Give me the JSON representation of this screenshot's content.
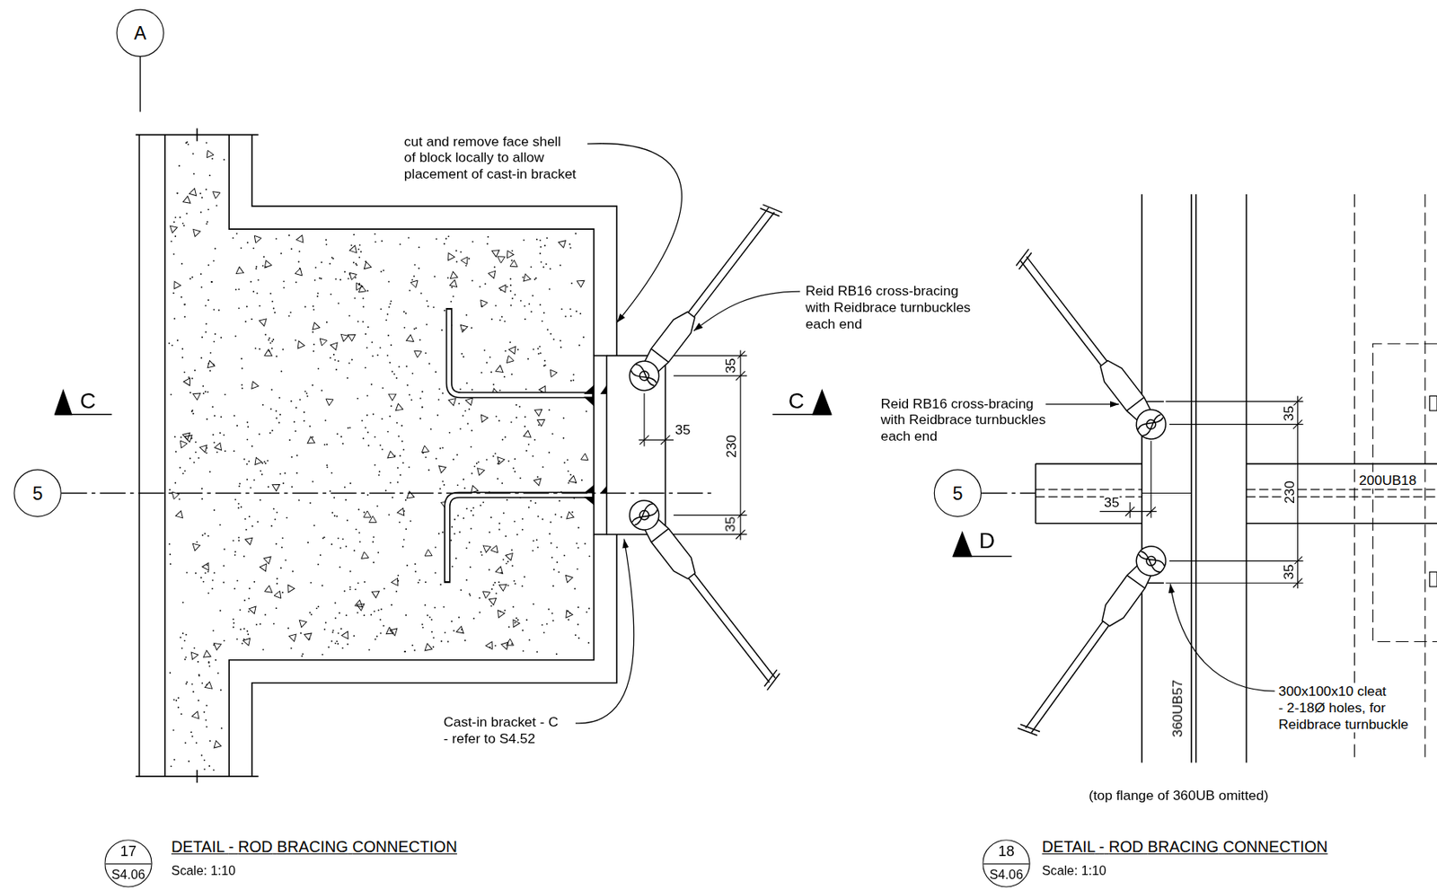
{
  "diagram": {
    "nodes": [
      {
        "text": [
          "A"
        ]
      },
      {
        "text": [
          "5"
        ]
      },
      {
        "text": [
          "17",
          "S4.06"
        ]
      },
      {
        "text": [
          "5"
        ]
      },
      {
        "text": [
          "18",
          "S4.06"
        ]
      }
    ],
    "labels": [
      "cut and remove face shell of block locally to allow placement of cast-in bracket",
      "Reid RB16 cross-bracing with Reidbrace turnbuckles each end",
      "C",
      "C",
      "35",
      "35",
      "230",
      "35",
      "Cast-in bracket - C - refer to S4.52",
      "DETAIL - ROD BRACING CONNECTION",
      "Scale: 1:10",
      "Reid RB16 cross-bracing with Reidbrace turnbuckles each end",
      "35",
      "230",
      "35",
      "35",
      "D",
      "200UB18",
      "360UB57",
      "300x100x10 cleat - 2-18Ø holes, for Reidbrace turnbuckle",
      "(top flange of 360UB omitted)",
      "DETAIL - ROD BRACING CONNECTION",
      "Scale: 1:10"
    ]
  }
}
